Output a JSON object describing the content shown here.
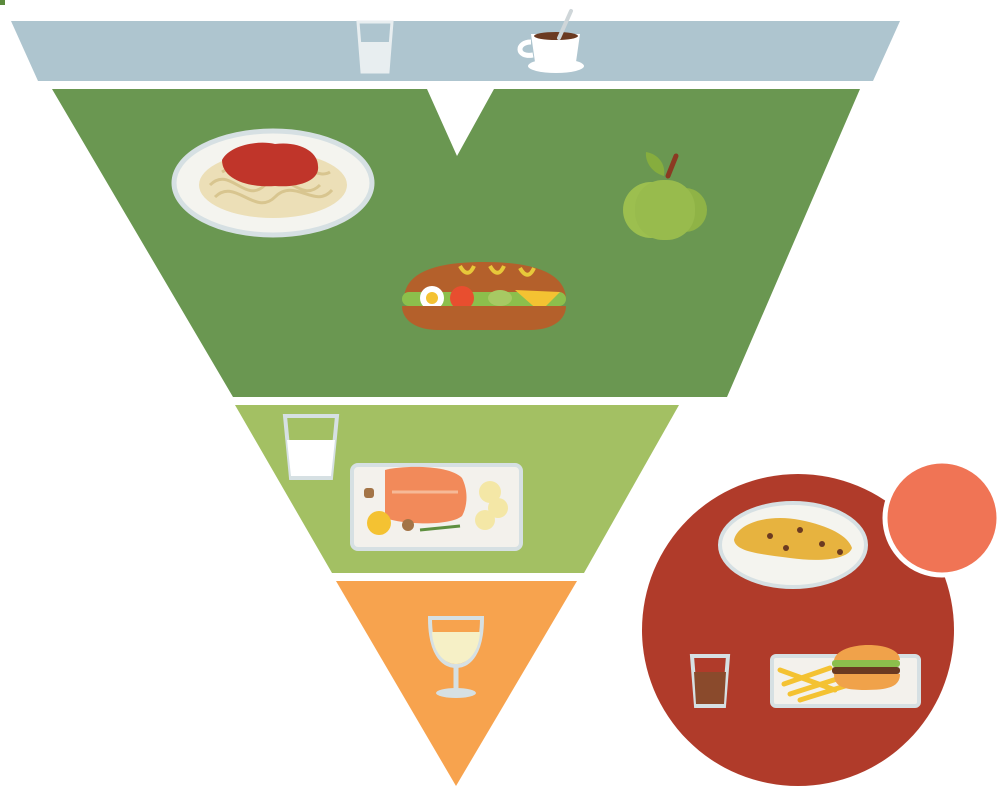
{
  "title": "",
  "credit": "",
  "tiers": [
    {
      "id": "beverages",
      "color": "#aec5cf",
      "items": [
        "water-glass-icon",
        "coffee-cup-icon"
      ]
    },
    {
      "id": "grains-fruit-veg",
      "color": "#6a9751",
      "items": [
        "spaghetti-plate-icon",
        "apple-icon",
        "sandwich-icon"
      ]
    },
    {
      "id": "dairy-protein",
      "color": "#a3c063",
      "items": [
        "milk-glass-icon",
        "fish-plate-icon"
      ]
    },
    {
      "id": "treats-alcohol",
      "color": "#f7a34e",
      "items": [
        "wine-glass-icon"
      ]
    }
  ],
  "extras_circle": {
    "color": "#b03b2a",
    "accent_color": "#f07455",
    "items": [
      "burrito-plate-icon",
      "cola-glass-icon",
      "burger-fries-tray-icon"
    ]
  },
  "colors": {
    "outline": "#d6e0e3",
    "plate": "#f4f4ef",
    "tray": "#f3f1ec"
  }
}
